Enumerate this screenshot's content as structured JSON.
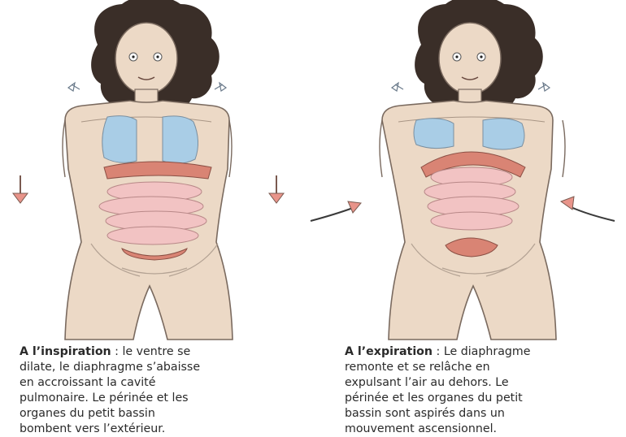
{
  "panels": [
    {
      "term": "A l’inspiration",
      "separator": " :",
      "lines": [
        " le ventre se",
        "dilate,  le diaphragme s’abaisse",
        "en accroissant la cavité",
        "pulmonaire. Le périnée et les",
        "organes du petit bassin",
        "bombent vers l’extérieur."
      ]
    },
    {
      "term": "A l’expiration",
      "separator": " :",
      "lines": [
        " Le diaphragme",
        "remonte et se relâche en",
        "expulsant l’air au dehors. Le",
        "périnée et les organes du petit",
        "bassin sont aspirés dans un",
        "mouvement ascensionnel."
      ]
    }
  ],
  "colors": {
    "skin": "#ecd9c6",
    "outline": "#7a6a5f",
    "hair": "#3a2e28",
    "lungs": "#a9cde6",
    "diaphragm": "#d98474",
    "organs": "#f2c3c3",
    "arrow_fill": "#e8948a"
  }
}
